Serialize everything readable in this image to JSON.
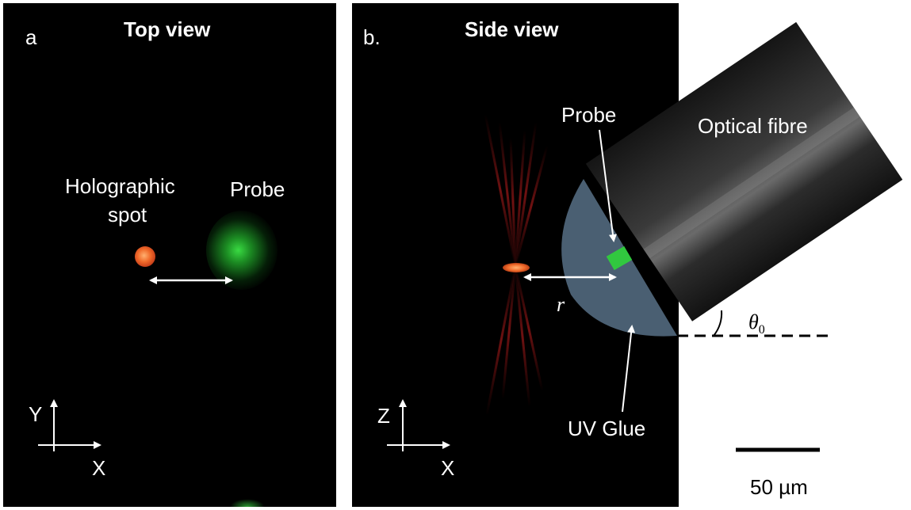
{
  "panel_a": {
    "letter": "a",
    "title": "Top view",
    "label_spot_line1": "Holographic",
    "label_spot_line2": "spot",
    "label_probe": "Probe",
    "axis_vertical": "Y",
    "axis_horizontal": "X"
  },
  "panel_b": {
    "letter": "b.",
    "title": "Side view",
    "label_probe": "Probe",
    "label_fibre": "Optical fibre",
    "label_distance": "r",
    "label_angle": "θ",
    "label_angle_sub": "0",
    "label_glue": "UV Glue",
    "axis_vertical": "Z",
    "axis_horizontal": "X"
  },
  "scale_bar": {
    "label": "50 µm"
  },
  "colors": {
    "background_panel": "#000000",
    "spot": "#e8501e",
    "probe": "#2fd43a",
    "glue": "#4e6478",
    "fibre": "#2a2a2a",
    "text": "#ffffff"
  }
}
